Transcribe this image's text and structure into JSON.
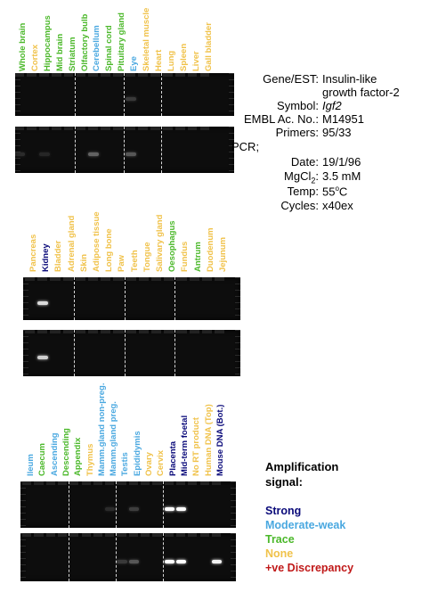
{
  "colors": {
    "strong": "#0a0a7a",
    "moderate": "#4aa8e0",
    "trace": "#4bb82a",
    "none": "#f0c24a",
    "discrepancy": "#c01818"
  },
  "panels": [
    {
      "lanes": [
        {
          "label": "Whole brain",
          "level": "trace"
        },
        {
          "label": "Cortex",
          "level": "none"
        },
        {
          "label": "Hippocampus",
          "level": "trace"
        },
        {
          "label": "Mid brain",
          "level": "trace"
        },
        {
          "label": "Striatum",
          "level": "trace"
        },
        {
          "label": "Olfactory bulb",
          "level": "trace"
        },
        {
          "label": "Cerebellum",
          "level": "moderate"
        },
        {
          "label": "Spinal cord",
          "level": "trace"
        },
        {
          "label": "Pituitary gland",
          "level": "trace"
        },
        {
          "label": "Eye",
          "level": "moderate"
        },
        {
          "label": "Skeletal muscle",
          "level": "none"
        },
        {
          "label": "Heart",
          "level": "none"
        },
        {
          "label": "Lung",
          "level": "none"
        },
        {
          "label": "Spleen",
          "level": "none"
        },
        {
          "label": "Liver",
          "level": "none"
        },
        {
          "label": "Gall bladder",
          "level": "none"
        }
      ],
      "gel1_bands": [
        {
          "lane": 9,
          "intensity": 0.18
        }
      ],
      "gel2_bands": [
        {
          "lane": 6,
          "intensity": 0.35
        },
        {
          "lane": 9,
          "intensity": 0.3
        },
        {
          "lane": 0,
          "intensity": 0.12
        },
        {
          "lane": 2,
          "intensity": 0.1
        }
      ]
    },
    {
      "lanes": [
        {
          "label": "Pancreas",
          "level": "none"
        },
        {
          "label": "Kidney",
          "level": "strong"
        },
        {
          "label": "Bladder",
          "level": "none"
        },
        {
          "label": "Adrenal gland",
          "level": "none"
        },
        {
          "label": "Skin",
          "level": "none"
        },
        {
          "label": "Adipose tissue",
          "level": "none"
        },
        {
          "label": "Long bone",
          "level": "none"
        },
        {
          "label": "Paw",
          "level": "none"
        },
        {
          "label": "Teeth",
          "level": "none"
        },
        {
          "label": "Tongue",
          "level": "none"
        },
        {
          "label": "Salivary gland",
          "level": "none"
        },
        {
          "label": "Oesophagus",
          "level": "trace"
        },
        {
          "label": "Fundus",
          "level": "none"
        },
        {
          "label": "Antrum",
          "level": "trace"
        },
        {
          "label": "Duodenum",
          "level": "none"
        },
        {
          "label": "Jejunum",
          "level": "none"
        }
      ],
      "gel1_bands": [
        {
          "lane": 1,
          "intensity": 0.85
        }
      ],
      "gel2_bands": [
        {
          "lane": 1,
          "intensity": 0.8
        }
      ]
    },
    {
      "lanes": [
        {
          "label": "Ileum",
          "level": "moderate"
        },
        {
          "label": "Caecum",
          "level": "trace"
        },
        {
          "label": "Ascending",
          "level": "moderate"
        },
        {
          "label": "Descending",
          "level": "trace"
        },
        {
          "label": "Appendix",
          "level": "trace"
        },
        {
          "label": "Thymus",
          "level": "none"
        },
        {
          "label": "Mamm.gland non-preg.",
          "level": "moderate"
        },
        {
          "label": "Mamm.gland preg.",
          "level": "moderate"
        },
        {
          "label": "Testis",
          "level": "moderate"
        },
        {
          "label": "Epididymis",
          "level": "moderate"
        },
        {
          "label": "Ovary",
          "level": "none"
        },
        {
          "label": "Cervix",
          "level": "none"
        },
        {
          "label": "Placenta",
          "level": "strong"
        },
        {
          "label": "Mid-term foetal",
          "level": "strong"
        },
        {
          "label": "No RT product",
          "level": "none"
        },
        {
          "label": "Human DNA (Top)",
          "level": "none"
        },
        {
          "label": "Mouse DNA (Bot.)",
          "level": "strong"
        }
      ],
      "gel1_bands": [
        {
          "lane": 12,
          "intensity": 1.0
        },
        {
          "lane": 13,
          "intensity": 1.0
        },
        {
          "lane": 9,
          "intensity": 0.2
        },
        {
          "lane": 7,
          "intensity": 0.12
        }
      ],
      "gel2_bands": [
        {
          "lane": 12,
          "intensity": 1.0
        },
        {
          "lane": 13,
          "intensity": 1.0
        },
        {
          "lane": 16,
          "intensity": 0.95
        },
        {
          "lane": 9,
          "intensity": 0.3
        },
        {
          "lane": 8,
          "intensity": 0.18
        }
      ]
    }
  ],
  "info": {
    "gene_key": "Gene/EST:",
    "gene_val_1": "Insulin-like",
    "gene_val_2": "growth factor-2",
    "symbol_key": "Symbol:",
    "symbol_val": "Igf2",
    "embl_key": "EMBL Ac. No.:",
    "embl_val": "M14951",
    "primers_key": "Primers:",
    "primers_val": "95/33",
    "pcr_key": "PCR;",
    "date_key": "Date:",
    "date_val": "19/1/96",
    "mgcl_key_pre": "MgCl",
    "mgcl_key_sub": "2",
    "mgcl_key_post": ":",
    "mgcl_val": "3.5 mM",
    "temp_key": "Temp:",
    "temp_val_pre": "55",
    "temp_val_sup": "o",
    "temp_val_post": "C",
    "cycles_key": "Cycles:",
    "cycles_val": "x40ex"
  },
  "legend": {
    "title_1": "Amplification",
    "title_2": "signal:",
    "strong": "Strong",
    "moderate": "Moderate-weak",
    "trace": "Trace",
    "none": "None",
    "discrepancy": "+ve Discrepancy"
  }
}
